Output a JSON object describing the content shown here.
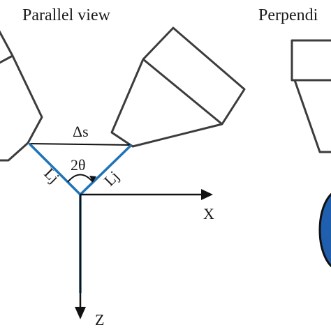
{
  "titles": {
    "parallel": "Parallel view",
    "perpendicular": "Perpendi"
  },
  "labels": {
    "delta_s": "Δs",
    "two_theta": "2θ",
    "lj_left": "Lj",
    "lj_right": "Lj",
    "x_axis": "X",
    "z_axis": "Z"
  },
  "colors": {
    "jet_lines": "#1f73b7",
    "outline": "#3c3c3c",
    "droplet_fill": "#1f5fae"
  }
}
